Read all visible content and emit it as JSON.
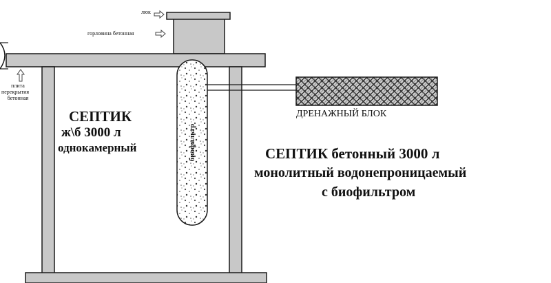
{
  "labels": {
    "hatch": "люк",
    "neck": "горловина бетонная",
    "slab_line1": "плита",
    "slab_line2": "перекрытия",
    "slab_line3": "бетонная",
    "drain_block": "ДРЕНАЖНЫЙ БЛОК",
    "biofilter": "биофильтр",
    "left_title_1": "СЕПТИК",
    "left_title_2": "ж\\б 3000 л",
    "left_title_3": "однокамерный",
    "right_title_1": "СЕПТИК бетонный 3000 л",
    "right_title_2": "монолитный водонепроницаемый",
    "right_title_3": "с биофильтром"
  },
  "icons": {
    "hatch_arrow": "arrow-right-outline-icon",
    "neck_arrow": "arrow-right-outline-icon",
    "slab_arrow": "arrow-up-outline-icon"
  },
  "colors": {
    "wall_fill": "#c8c8c8",
    "stroke": "#1a1a1a",
    "text": "#111111"
  }
}
